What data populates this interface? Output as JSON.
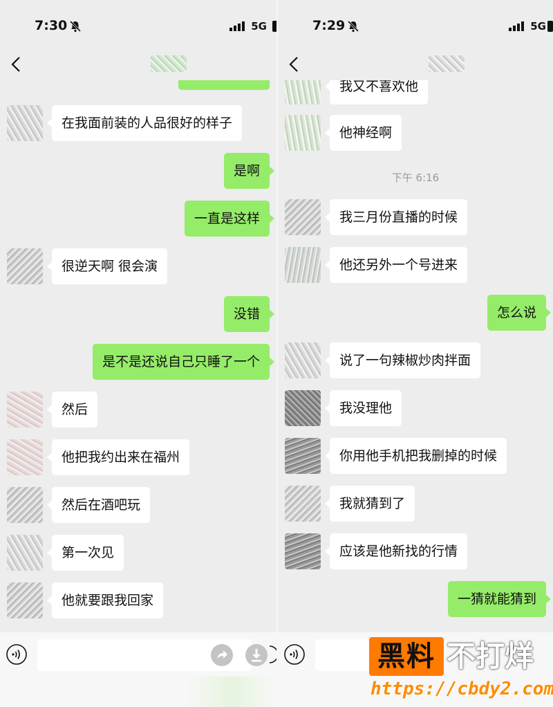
{
  "left": {
    "status": {
      "time": "7:30",
      "network": "5G"
    },
    "messages": [
      {
        "side": "left",
        "text": "在我面前装的人品很好的样子"
      },
      {
        "side": "right",
        "text": "是啊"
      },
      {
        "side": "right",
        "text": "一直是这样"
      },
      {
        "side": "left",
        "text": "很逆天啊 很会演"
      },
      {
        "side": "right",
        "text": "没错"
      },
      {
        "side": "right",
        "text": "是不是还说自己只睡了一个"
      },
      {
        "side": "left",
        "text": "然后"
      },
      {
        "side": "left",
        "text": "他把我约出来在福州"
      },
      {
        "side": "left",
        "text": "然后在酒吧玩"
      },
      {
        "side": "left",
        "text": "第一次见"
      },
      {
        "side": "left",
        "text": "他就要跟我回家"
      }
    ]
  },
  "right": {
    "status": {
      "time": "7:29",
      "network": "5G"
    },
    "messages": [
      {
        "side": "left",
        "text": "我又不喜欢他"
      },
      {
        "side": "left",
        "text": "他神经啊"
      },
      {
        "side": "left",
        "text": "我三月份直播的时候"
      },
      {
        "side": "left",
        "text": "他还另外一个号进来"
      },
      {
        "side": "right",
        "text": "怎么说"
      },
      {
        "side": "left",
        "text": "说了一句辣椒炒肉拌面"
      },
      {
        "side": "left",
        "text": "我没理他"
      },
      {
        "side": "left",
        "text": "你用他手机把我删掉的时候"
      },
      {
        "side": "left",
        "text": "我就猜到了"
      },
      {
        "side": "left",
        "text": "应该是他新找的行情"
      },
      {
        "side": "right",
        "text": "一猜就能猜到"
      }
    ],
    "timestamp": "下午 6:16"
  },
  "watermark": {
    "badge": "黑料",
    "slogan": "不打烊",
    "url": "https://cbdy2.com"
  },
  "colors": {
    "background": "#ededed",
    "bubble_sent": "#95ec69",
    "bubble_received": "#ffffff",
    "watermark_orange": "#ff7a00"
  },
  "icons": [
    "back-icon",
    "bell-off-icon",
    "signal-icon",
    "battery-icon",
    "voice-icon",
    "share-icon",
    "download-icon",
    "emoji-icon"
  ]
}
